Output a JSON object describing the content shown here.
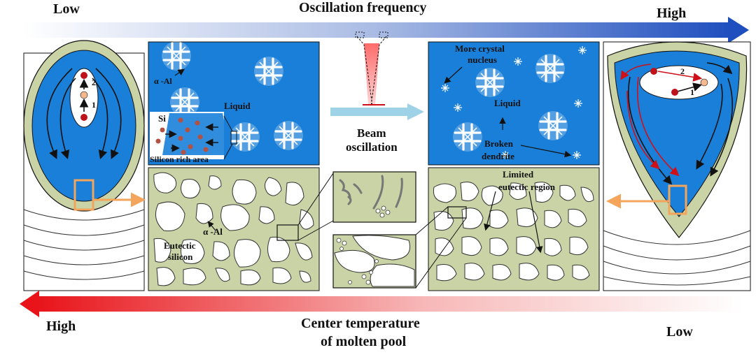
{
  "top_axis": {
    "low_label": "Low",
    "title": "Oscillation frequency",
    "high_label": "High",
    "gradient_start": "#ffffff",
    "gradient_end": "#1f4fbf"
  },
  "bottom_axis": {
    "high_label": "High",
    "title_line1": "Center temperature",
    "title_line2": "of molten pool",
    "low_label": "Low",
    "gradient_start": "#e8141a",
    "gradient_end": "#ffffff"
  },
  "left_pool": {
    "flow_label_1": "1",
    "flow_label_2": "2"
  },
  "right_pool": {
    "flow_label_1": "1",
    "flow_label_2": "2"
  },
  "liquid_low": {
    "alpha_label": "α -Al",
    "si_label": "Si",
    "liquid_label": "Liquid",
    "silicon_rich_label": "Silicon rich area"
  },
  "center": {
    "beam_label_line1": "Beam",
    "beam_label_line2": "oscillation"
  },
  "liquid_high": {
    "nucleus_label_line1": "More crystal",
    "nucleus_label_line2": "nucleus",
    "liquid_label": "Liquid",
    "broken_label_line1": "Broken",
    "broken_label_line2": "dendrite"
  },
  "micro_low": {
    "alpha_label": "α -Al",
    "eutectic_label_line1": "Eutectic",
    "eutectic_label_line2": "silicon"
  },
  "micro_high": {
    "limited_label_line1": "Limited",
    "limited_label_line2": "eutectic region"
  },
  "colors": {
    "liquid_blue": "#1a7fd8",
    "mushy_green": "#c9d3a6",
    "orange_box": "#f3a55b",
    "nucleus_red": "#c0121a",
    "nucleus_peach": "#f4b98e"
  }
}
